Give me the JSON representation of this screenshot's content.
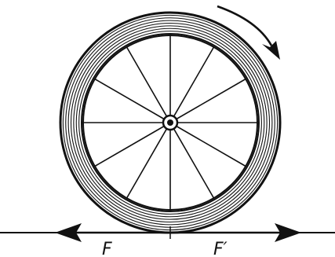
{
  "diagram": {
    "labels": {
      "left_force": "F",
      "right_force": "F′"
    },
    "wheel": {
      "spoke_count": 12,
      "tire_rings": 7,
      "rotation": "clockwise"
    },
    "colors": {
      "ink": "#111111",
      "background": "#ffffff"
    }
  }
}
